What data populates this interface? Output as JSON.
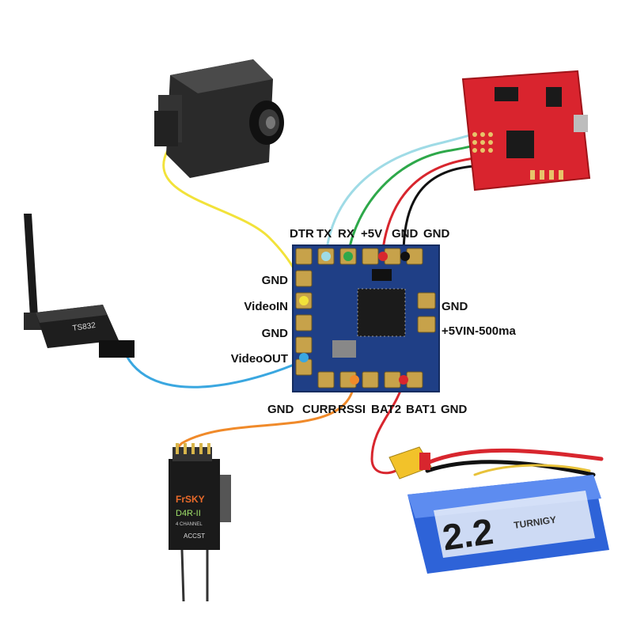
{
  "top_pins": {
    "labels": [
      "DTR",
      "TX",
      "RX",
      "+5V",
      "GND",
      "GND"
    ]
  },
  "left_pins": {
    "labels": [
      "GND",
      "VideoIN",
      "GND",
      "VideoOUT"
    ]
  },
  "right_pins": {
    "labels": [
      "GND",
      "+5VIN-500ma"
    ]
  },
  "bottom_pins": {
    "labels": [
      "GND",
      "CURR",
      "RSSI",
      "BAT2",
      "BAT1",
      "GND"
    ]
  },
  "devices": {
    "transmitter_text": "TS832",
    "receiver_brand": "FrSKY",
    "receiver_model": "D4R-II",
    "receiver_sub": "4 CHANNEL",
    "receiver_accst": "ACCST",
    "battery_big_text": "2.2",
    "battery_brand": "TURNIGY"
  },
  "colors": {
    "wire_yellow": "#f2e23a",
    "wire_blue": "#3aa7e0",
    "wire_lightblue": "#9fdbe6",
    "wire_green": "#2ea84a",
    "wire_red": "#d8262e",
    "wire_black": "#111111",
    "wire_orange": "#f08a2a",
    "osd_board": "#1f3f86",
    "fc_board": "#d9242e",
    "battery": "#2e63d8"
  }
}
